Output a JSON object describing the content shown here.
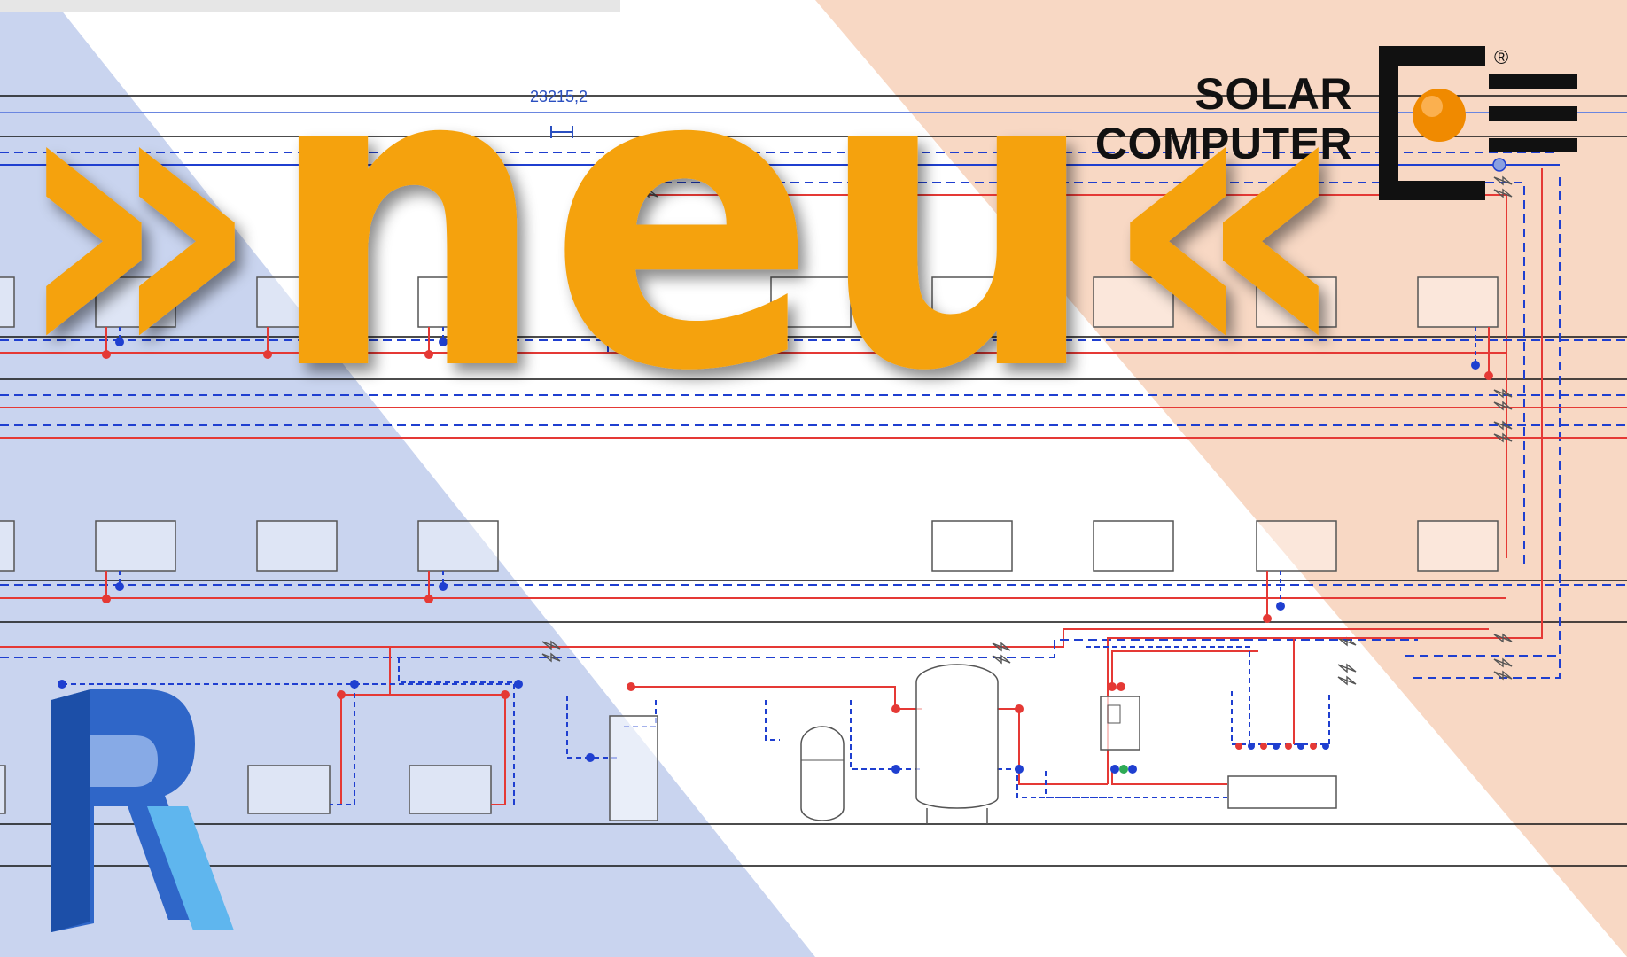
{
  "brand": {
    "line1": "SOLAR",
    "line2": "COMPUTER",
    "registered_mark": "®",
    "accent_color": "#f08a00"
  },
  "drawing": {
    "dimension_label": "23215,2",
    "supply_color": "#e53935",
    "return_color": "#1f3fd0",
    "line_color": "#111111"
  },
  "headline": {
    "text": "»neu«",
    "color": "#f5a20f"
  },
  "app_icon": {
    "letter": "R",
    "name": "revit-icon"
  },
  "background": {
    "left_color": "#c9d4ef",
    "right_color": "#f8d8c4"
  }
}
